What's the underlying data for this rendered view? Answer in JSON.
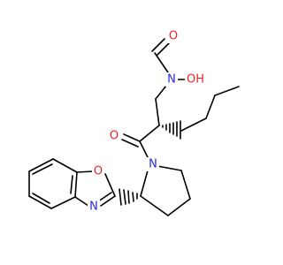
{
  "colors": {
    "background": "#ffffff",
    "bond": "#000000",
    "oxygen": "#e8262a",
    "nitrogen": "#2b2bd6"
  },
  "molecule": {
    "atoms": [
      {
        "id": "o_formyl",
        "symbol": "O",
        "element": "O"
      },
      {
        "id": "n_hydroxy",
        "symbol": "N",
        "element": "N"
      },
      {
        "id": "oh",
        "symbol": "OH",
        "element": "O"
      },
      {
        "id": "o_amide",
        "symbol": "O",
        "element": "O"
      },
      {
        "id": "n_pyrr",
        "symbol": "N",
        "element": "N"
      },
      {
        "id": "o_oxazole",
        "symbol": "O",
        "element": "O"
      },
      {
        "id": "n_oxazole",
        "symbol": "N",
        "element": "N"
      }
    ],
    "stereo_centers": [
      {
        "id": "c_alpha",
        "type": "hashed-wedge"
      },
      {
        "id": "c2_pyrr",
        "type": "hashed-wedge"
      }
    ]
  }
}
